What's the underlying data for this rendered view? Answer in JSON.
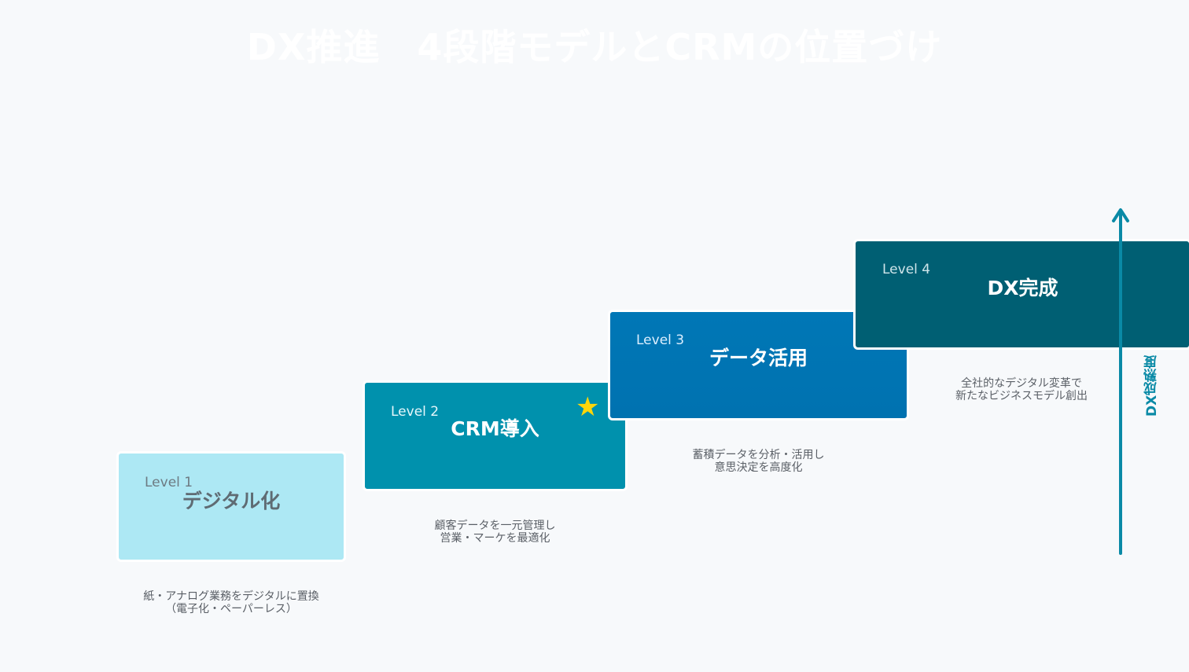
{
  "title": "DX推進　4段階モデルとCRMの位置づけ",
  "axis_label": "DX成熟度",
  "steps": [
    {
      "level": "Level 1",
      "name": "デジタル化",
      "desc": [
        "紙・アナログ業務をデジタルに置換",
        "（電子化・ペーパーレス）"
      ],
      "color": "#ade8f4"
    },
    {
      "level": "Level 2",
      "name": "CRM導入",
      "desc": [
        "顧客データを一元管理し",
        "営業・マーケを最適化"
      ],
      "color": "#0091ad",
      "highlight_icon": "star-icon"
    },
    {
      "level": "Level 3",
      "name": "データ活用",
      "desc": [
        "蓄積データを分析・活用し",
        "意思決定を高度化"
      ],
      "color": "#0077b6"
    },
    {
      "level": "Level 4",
      "name": "DX完成",
      "desc": [
        "全社的なデジタル変革で",
        "新たなビジネスモデル創出"
      ],
      "color": "#005f73"
    }
  ],
  "colors": {
    "accent": "#0a8aa6",
    "star": "#ffd60a"
  }
}
